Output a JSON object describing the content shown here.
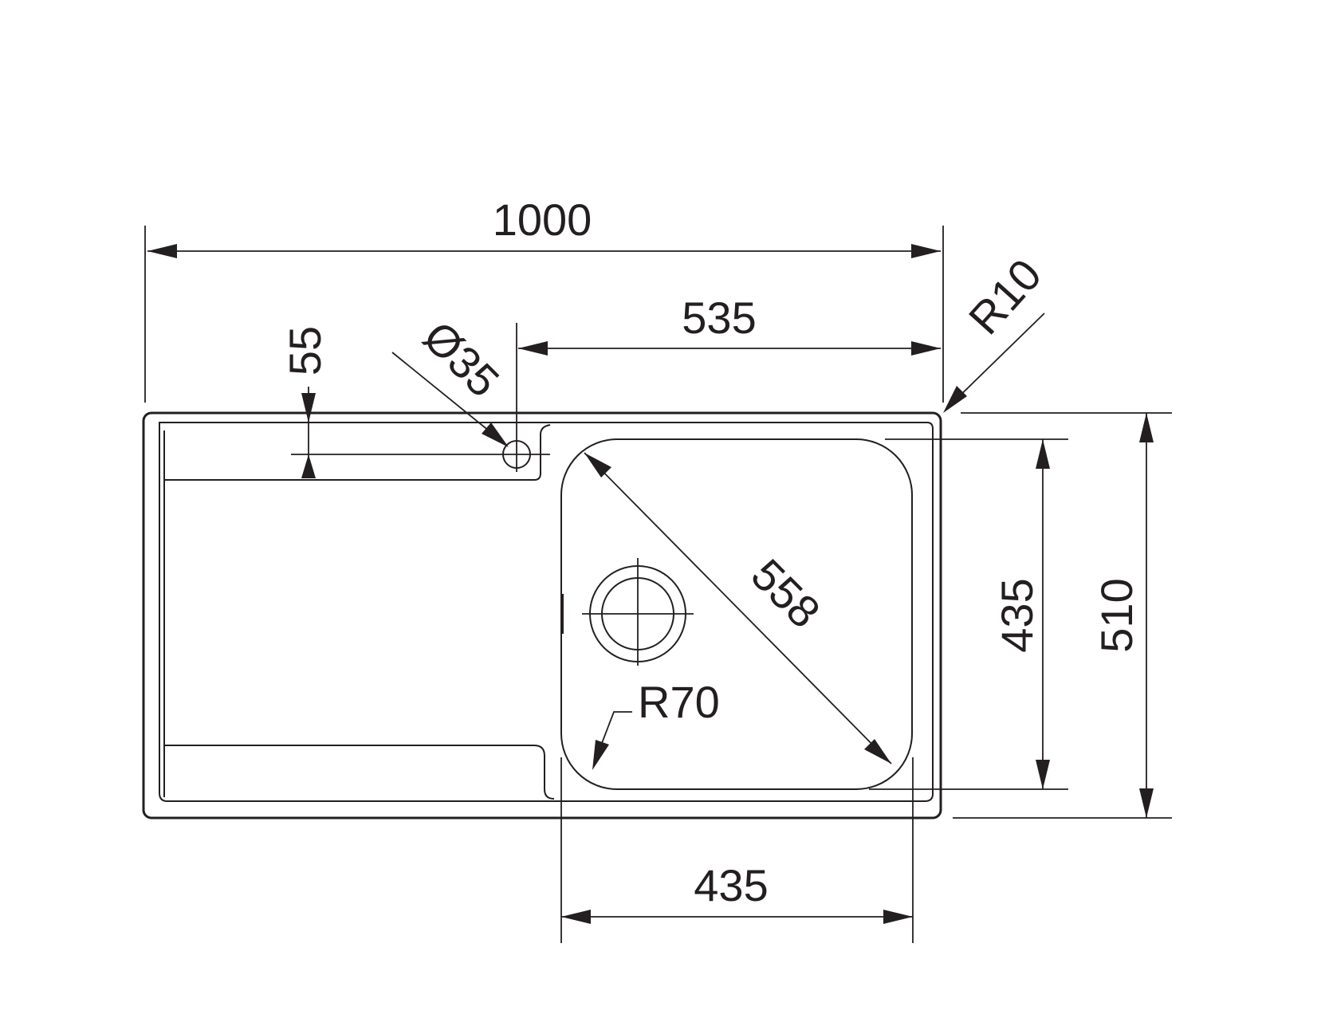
{
  "drawing": {
    "line_color": "#231f20",
    "background": "#ffffff",
    "dimensions": {
      "overall_width": "1000",
      "bowl_offset_width": "535",
      "overall_height": "510",
      "bowl_height": "435",
      "bowl_width": "435",
      "bowl_diagonal": "558",
      "tap_hole_diameter": "Ø35",
      "tap_hole_offset": "55",
      "corner_radius_outer": "R10",
      "corner_radius_bowl": "R70"
    }
  }
}
